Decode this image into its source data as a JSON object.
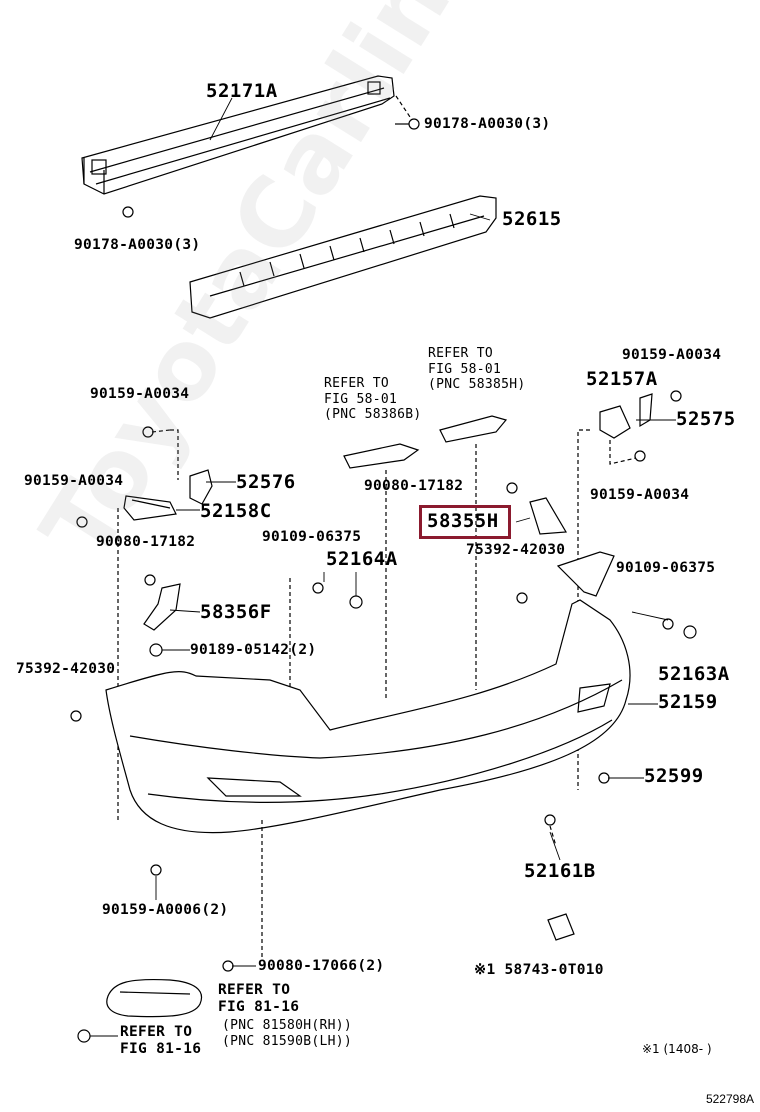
{
  "labels": {
    "p52171A": "52171A",
    "p90178_a": "90178-A0030(3)",
    "p90178_b": "90178-A0030(3)",
    "p52615": "52615",
    "p90159_l": "90159-A0034",
    "p90159_l2": "90159-A0034",
    "p52576": "52576",
    "p52158C": "52158C",
    "p90080_l": "90080-17182",
    "p58356F": "58356F",
    "p90189": "90189-05142(2)",
    "p75392_l": "75392-42030",
    "p90109_l": "90109-06375",
    "p52164A": "52164A",
    "p90080_c": "90080-17182",
    "p58355H": "58355H",
    "p75392_c": "75392-42030",
    "p90159_r": "90159-A0034",
    "p52157A": "52157A",
    "p52575": "52575",
    "p90159_r2": "90159-A0034",
    "p90109_r": "90109-06375",
    "p52163A": "52163A",
    "p52159": "52159",
    "p52599": "52599",
    "p52161B": "52161B",
    "p90159_a0006": "90159-A0006(2)",
    "p90080_17066": "90080-17066(2)",
    "p58743": "※1 58743-0T010"
  },
  "refs": {
    "ref_58386": "REFER TO\nFIG 58-01\n(PNC 58386B)",
    "ref_58385": "REFER TO\nFIG 58-01\n(PNC 58385H)",
    "ref_81_16_a": "REFER TO\nFIG 81-16",
    "ref_81_16_pnc": "(PNC 81580H(RH))\n(PNC 81590B(LH))",
    "ref_81_16_b": "REFER TO\nFIG 81-16"
  },
  "footnote": "※1 (1408-      )",
  "diagram_code": "522798A",
  "watermark": "ToyotaCarline.ru",
  "highlight_color": "#8b1a2e"
}
